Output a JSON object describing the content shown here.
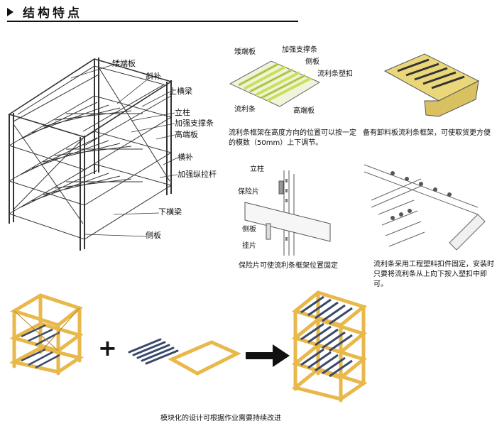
{
  "header": {
    "title": "结构特点"
  },
  "main_rack": {
    "labels": {
      "end_board_short": "矮端板",
      "diagonal": "斜补",
      "top_beam": "上横梁",
      "upright": "立柱",
      "reinforce_bar": "加强支撑条",
      "end_board_tall": "高端板",
      "cross_brace": "横补",
      "long_tie": "加强纵拉杆",
      "bottom_beam": "下横梁",
      "side_plate": "侧板"
    }
  },
  "frame_figure": {
    "labels": {
      "end_board_short": "矮端板",
      "reinforce_bar": "加强支撑条",
      "side_plate": "侧板",
      "clip": "流利条塑扣",
      "roller_track": "流利条",
      "end_board_tall": "高端板"
    },
    "caption": "流利条框架在高度方向的位置可以按一定的模数（50mm）上下调节。"
  },
  "unload_figure": {
    "caption": "备有卸料板流利条框架，可使取货更方便"
  },
  "safety_figure": {
    "labels": {
      "upright": "立柱",
      "safety_clip": "保险片",
      "side_plate": "侧板",
      "hanger": "挂片"
    },
    "caption": "保险片可使流利条框架位置固定"
  },
  "clip_figure": {
    "caption": "流利条采用工程塑料扣件固定，安装时只要将流利条从上向下按入塑扣中即可。"
  },
  "modular": {
    "plus": "+",
    "caption": "模块化的设计可根据作业需要持续改进"
  },
  "colors": {
    "frame_yellow": "#e8b84a",
    "roller_blue": "#3a4a6a",
    "highlight_green": "#c8e05a",
    "tray_yellow": "#ead77a"
  }
}
